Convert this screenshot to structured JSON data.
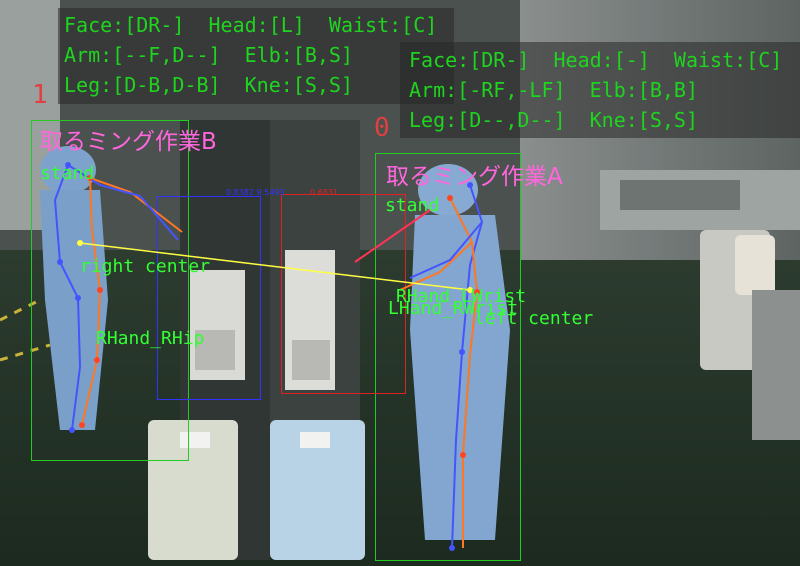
{
  "colors": {
    "hud_text": "#1fd41f",
    "pose_text": "#33ff33",
    "task_text": "#ff66dd",
    "id_text": "#e04040",
    "box_green": "#22cc22",
    "box_blue": "#3333ff",
    "box_red": "#dd2222",
    "skeleton_blue": "#4455ff",
    "skeleton_orange": "#ff7722",
    "link_yellow": "#ffff44"
  },
  "person1": {
    "id": "1",
    "hud": {
      "line1": "Face:[DR-]  Head:[L]  Waist:[C]",
      "line2": "Arm:[--F,D--]  Elb:[B,S]",
      "line3": "Leg:[D-B,D-B]  Kne:[S,S]"
    },
    "task": "取るミング作業B",
    "pose": "stand",
    "labels": {
      "center": "right center",
      "contact": "RHand_RHip"
    }
  },
  "person0": {
    "id": "0",
    "hud": {
      "line1": "Face:[DR-]  Head:[-]  Waist:[C]",
      "line2": "Arm:[-RF,-LF]  Elb:[B,B]",
      "line3": "Leg:[D--,D--]  Kne:[S,S]"
    },
    "task": "取るミング作業A",
    "pose": "stand",
    "labels": {
      "wrist_r": "RHand_LWrist",
      "wrist_l": "LHand_RWrist",
      "center": "left center"
    }
  },
  "object_boxes": {
    "blue_label": "0.8382 9.5493",
    "red_label": "0.6831"
  }
}
